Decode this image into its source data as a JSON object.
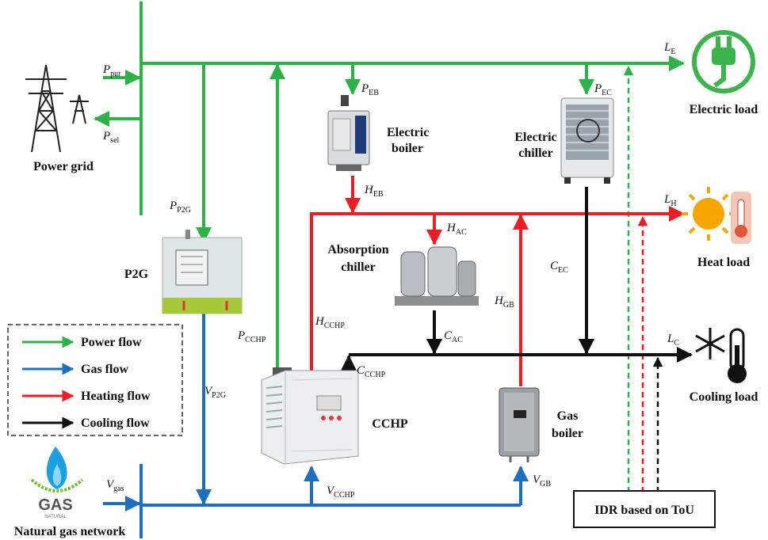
{
  "colors": {
    "power": "#2db24a",
    "gas": "#1f6fbf",
    "heat": "#ee1c24",
    "cool": "#111111",
    "electric_load_icon": "#3cb44b",
    "heat_load_icon": "#f7a600",
    "gas_icon": "#1a9fe0"
  },
  "nodes": {
    "power_grid": "Power grid",
    "electric_load": "Electric load",
    "heat_load": "Heat load",
    "cooling_load": "Cooling load",
    "electric_boiler_line1": "Electric",
    "electric_boiler_line2": "boiler",
    "electric_chiller_line1": "Electric",
    "electric_chiller_line2": "chiller",
    "absorption_chiller_line1": "Absorption",
    "absorption_chiller_line2": "chiller",
    "p2g": "P2G",
    "cchp": "CCHP",
    "gas_boiler_line1": "Gas",
    "gas_boiler_line2": "boiler",
    "natural_gas_network": "Natural gas network",
    "idr": "IDR based on ToU",
    "gas_logo_text": "GAS",
    "gas_logo_subtext": "NATURAL"
  },
  "variables": {
    "P_pur": {
      "main": "P",
      "sub": "pur"
    },
    "P_sel": {
      "main": "P",
      "sub": "sel"
    },
    "L_E": {
      "main": "L",
      "sub": "E"
    },
    "P_EB": {
      "main": "P",
      "sub": "EB"
    },
    "P_EC": {
      "main": "P",
      "sub": "EC"
    },
    "H_EB": {
      "main": "H",
      "sub": "EB"
    },
    "L_H": {
      "main": "L",
      "sub": "H"
    },
    "P_P2G": {
      "main": "P",
      "sub": "P2G"
    },
    "H_AC": {
      "main": "H",
      "sub": "AC"
    },
    "C_EC": {
      "main": "C",
      "sub": "EC"
    },
    "H_GB": {
      "main": "H",
      "sub": "GB"
    },
    "H_CCHP": {
      "main": "H",
      "sub": "CCHP"
    },
    "C_AC": {
      "main": "C",
      "sub": "AC"
    },
    "P_CCHP": {
      "main": "P",
      "sub": "CCHP"
    },
    "L_C": {
      "main": "L",
      "sub": "C"
    },
    "C_CCHP": {
      "main": "C",
      "sub": "CCHP"
    },
    "V_P2G": {
      "main": "V",
      "sub": "P2G"
    },
    "V_gas": {
      "main": "V",
      "sub": "gas"
    },
    "V_CCHP": {
      "main": "V",
      "sub": "CCHP"
    },
    "V_GB": {
      "main": "V",
      "sub": "GB"
    }
  },
  "legend": [
    {
      "label": "Power flow",
      "color": "#2db24a"
    },
    {
      "label": "Gas flow",
      "color": "#1f6fbf"
    },
    {
      "label": "Heating flow",
      "color": "#ee1c24"
    },
    {
      "label": "Cooling flow",
      "color": "#111111"
    }
  ]
}
